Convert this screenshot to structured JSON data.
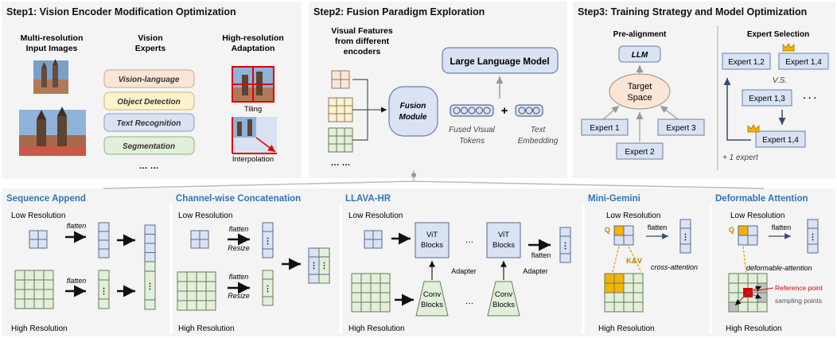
{
  "step1": {
    "title": "Step1: Vision Encoder Modification Optimization",
    "col1_line1": "Multi-resolution",
    "col1_line2": "Input Images",
    "col2_line1": "Vision",
    "col2_line2": "Experts",
    "col3_line1": "High-resolution",
    "col3_line2": "Adaptation",
    "experts": [
      "Vision-language",
      "Object Detection",
      "Text Recognition",
      "Segmentation"
    ],
    "ellipsis": "… …",
    "tiling": "Tiling",
    "interpolation": "Interpolation"
  },
  "step2": {
    "title": "Step2: Fusion Paradigm Exploration",
    "vf_line1": "Visual Features",
    "vf_line2": "from different",
    "vf_line3": "encoders",
    "llm": "Large Language Model",
    "fusion_line1": "Fusion",
    "fusion_line2": "Module",
    "fused_line1": "Fused Visual",
    "fused_line2": "Tokens",
    "plus": "+",
    "text_line1": "Text",
    "text_line2": "Embedding",
    "ellipsis": "… …"
  },
  "step3": {
    "title": "Step3: Training Strategy and Model Optimization",
    "prealign": "Pre-alignment",
    "llm": "LLM",
    "target_line1": "Target",
    "target_line2": "Space",
    "experts_left": [
      "Expert 1",
      "Expert 2",
      "Expert 3"
    ],
    "selection": "Expert Selection",
    "sel_experts": [
      "Expert 1,2",
      "Expert 1,4",
      "Expert 1,3",
      "Expert 1,4"
    ],
    "vs": "V.S.",
    "dots": "· · ·",
    "plus_one": "+ 1 expert"
  },
  "bottom": {
    "seq_title": "Sequence Append",
    "chan_title": "Channel-wise Concatenation",
    "llava_title": "LLAVA-HR",
    "mini_title": "Mini-Gemini",
    "deform_title": "Deformable Attention",
    "low_res": "Low Resolution",
    "high_res": "High Resolution",
    "flatten": "flatten",
    "resize": "Resize",
    "vit_line1": "ViT",
    "vit_line2": "Blocks",
    "conv_line1": "Conv",
    "conv_line2": "Blocks",
    "adapter": "Adapter",
    "q": "Q",
    "kv": "K&V",
    "cross_attention": "cross-attention",
    "deformable_attention": "deformable-attention",
    "reference_point": "Reference point",
    "sampling_points": "sampling points",
    "dots_h": "…",
    "dots_v": "⋮"
  },
  "colors": {
    "section_bg": "#f4f4f4",
    "title_blue": "#2e75b6",
    "grid_blue": "#dae3f3",
    "grid_green": "#e2efda",
    "grid_orange": "#fbe5d6",
    "grid_yellow": "#fff2cc",
    "highlight_orange": "#f5b301",
    "reference_red": "#e00000"
  }
}
